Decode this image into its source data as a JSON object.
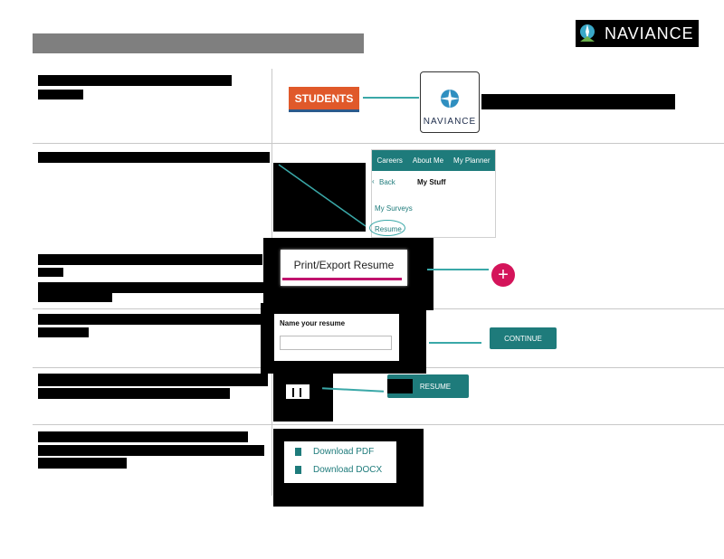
{
  "header": {
    "logo_text": "NAVIANCE"
  },
  "step1": {
    "students_label": "STUDENTS",
    "tile_label": "NAVIANCE"
  },
  "step2": {
    "menu_tabs": [
      "Careers",
      "About Me",
      "My Planner"
    ],
    "back_label": "Back",
    "section_label": "My Stuff",
    "item_surveys": "My Surveys",
    "item_resume": "Resume"
  },
  "step3": {
    "print_label": "Print/Export Resume",
    "plus_label": "+"
  },
  "step4": {
    "name_label": "Name your resume",
    "name_value": "",
    "continue_label": "CONTINUE"
  },
  "step5": {
    "resume_btn_label": "RESUME"
  },
  "step6": {
    "pdf_label": "Download PDF",
    "docx_label": "Download DOCX"
  },
  "colors": {
    "teal": "#1e7b7b",
    "orange": "#e0592a",
    "magenta": "#d4145a"
  }
}
